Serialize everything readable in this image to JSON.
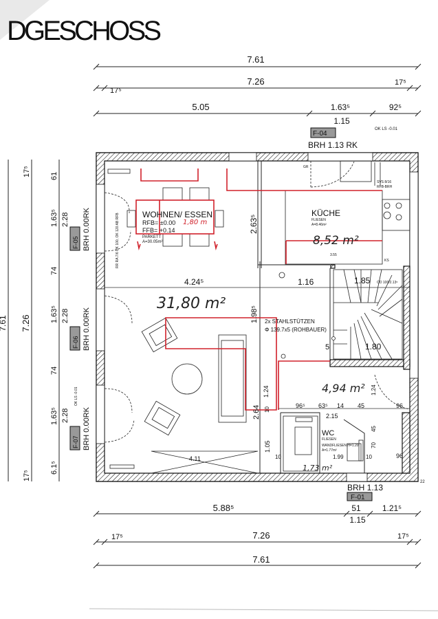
{
  "title": "DGESCHOSS",
  "dimensions": {
    "top": {
      "overall": "7.61",
      "inner_left": "17⁵",
      "inner": "7.26",
      "inner_right": "17⁵",
      "seg1": "5.05",
      "seg2": "1.63⁵",
      "seg3": "92⁵",
      "seg_sub": "1.15"
    },
    "bottom": {
      "seg1": "5.88⁵",
      "seg2": "51",
      "seg3": "1.21⁵",
      "seg_sub": "1.15",
      "inner_left": "17⁵",
      "inner": "7.26",
      "inner_right": "17⁵",
      "overall": "7.61"
    },
    "left": {
      "overall": "7.61",
      "inner_top": "17⁵",
      "inner": "7.26",
      "inner_bottom": "17⁵",
      "segs": [
        "61",
        "1.63⁵",
        "74",
        "1.63⁵",
        "74",
        "1.63⁵",
        "6.1⁵"
      ],
      "window_heights": [
        "2.28",
        "2.28",
        "2.28"
      ]
    },
    "interior": {
      "d1": "4.24⁵",
      "d2": "1.16",
      "d3": "1.85",
      "d4": "2.63⁵",
      "d5": "1.98⁵",
      "d6": "1.24",
      "d7": "2.64",
      "d8": "1.05",
      "d9": "4.11",
      "d10": "96⁵",
      "d11": "63⁵",
      "d12": "14",
      "d13": "45",
      "d14": "2.15",
      "d15": "96",
      "d16": "96",
      "d17": "1.24",
      "d18": "45",
      "d19": "70",
      "d20": "10",
      "d21": "10",
      "d22": "10",
      "d23": "5",
      "d24": "1.80",
      "d25": "3.55",
      "d26": "1.99",
      "d27": "22"
    }
  },
  "windows": [
    {
      "tag": "F-04",
      "brh": "BRH 1.13 RK",
      "note": "OK LS -0.01"
    },
    {
      "tag": "F-05",
      "brh": "BRH 0.00RK"
    },
    {
      "tag": "F-06",
      "brh": "BRH 0.00RK"
    },
    {
      "tag": "F-07",
      "brh": "BRH 0.00RK",
      "note": "OK LS -0.01"
    },
    {
      "tag": "F-01",
      "brh": "BRH 1.13"
    }
  ],
  "rooms": {
    "living": {
      "name": "WOHNEN/  ESSEN",
      "rfb": "RFB= ±0.00",
      "ffb": "FFB= +0.14",
      "floor": "PARKETT",
      "area": "A=30.05m²",
      "handwritten_area": "31,80 m²",
      "handwritten_height": "1,80 m",
      "wall_note": "RR RA 7/6 UK 100, OK 120 AB RFB"
    },
    "kitchen": {
      "name": "KÜCHE",
      "floor": "FLIESEN",
      "area": "A=8.46m²",
      "handwritten_area": "8,52 m²",
      "labels": [
        "GR",
        "KS",
        "SVS 8/16",
        "RFB-BRH",
        "OD 100/2.13⁵"
      ]
    },
    "hall": {
      "handwritten_area": "4,94 m²",
      "note1": "2x  STAHLSTÜTZEN",
      "note2": "Φ 139.7x5  (ROHBAUER)"
    },
    "wc": {
      "name": "WC",
      "floor": "FLIESEN",
      "wall_tiles": "WANDFLIESEN H=1.20",
      "area": "A=1.77m²",
      "handwritten_area": "1,73 m²"
    }
  }
}
